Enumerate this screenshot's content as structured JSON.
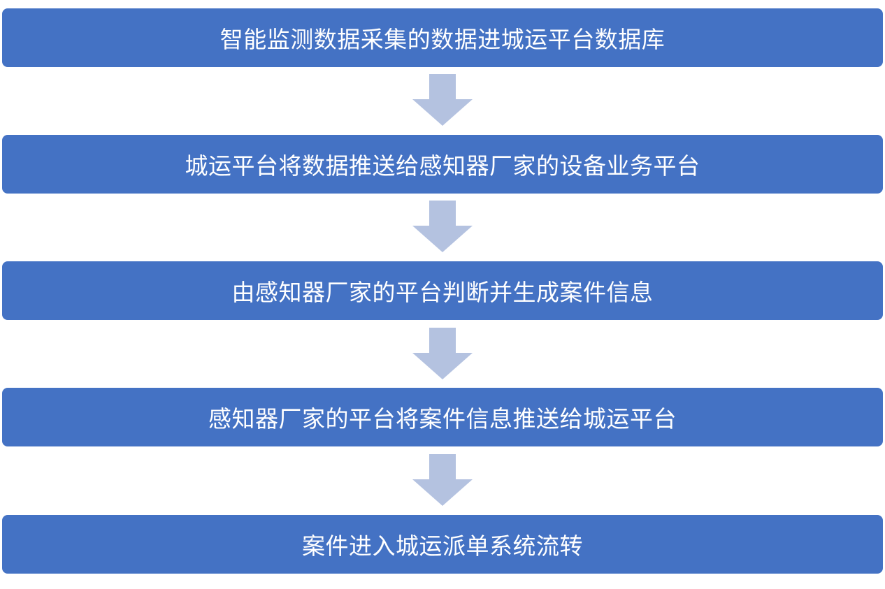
{
  "flow": {
    "steps": [
      {
        "label": "智能监测数据采集的数据进城运平台数据库"
      },
      {
        "label": "城运平台将数据推送给感知器厂家的设备业务平台"
      },
      {
        "label": "由感知器厂家的平台判断并生成案件信息"
      },
      {
        "label": "感知器厂家的平台将案件信息推送给城运平台"
      },
      {
        "label": "案件进入城运派单系统流转"
      }
    ],
    "colors": {
      "step_fill": "#4472c4",
      "step_text": "#ffffff",
      "arrow_fill": "#b4c2e0"
    }
  }
}
